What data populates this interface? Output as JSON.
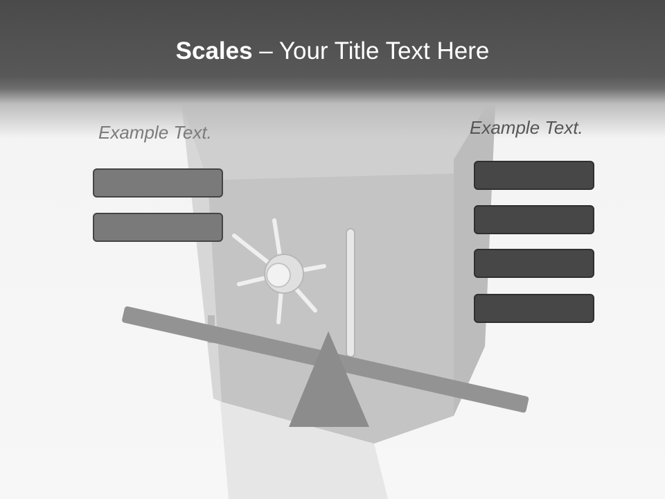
{
  "title": {
    "bold": "Scales",
    "rest": " – Your Title Text Here"
  },
  "left_panel": {
    "label": "Example Text.",
    "boxes": [
      "",
      ""
    ]
  },
  "right_panel": {
    "label": "Example Text.",
    "boxes": [
      "",
      "",
      "",
      ""
    ]
  },
  "colors": {
    "header": "#4a4a4a",
    "left_box": "#7a7a7a",
    "right_box": "#474747",
    "beam": "#939393",
    "fulcrum": "#8c8c8c"
  },
  "icons": {
    "background": "safe-vault-icon",
    "scale": "seesaw-icon"
  }
}
